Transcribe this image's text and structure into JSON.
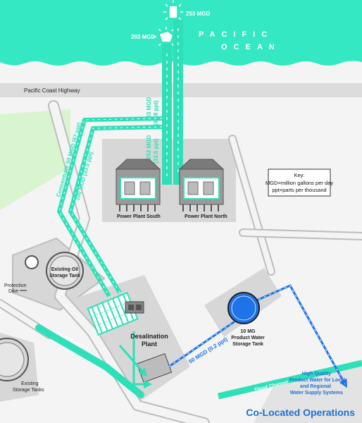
{
  "ocean": {
    "line1": "PACIFIC",
    "line2": "OCEAN"
  },
  "flows": {
    "intake_out": "253 MGD",
    "discharge_out": "203 MGD",
    "discharge_pipe_a": "203 MGD",
    "discharge_pipe_b": "(41.8 ppt)",
    "intake_pipe_a": "253 MGD",
    "intake_pipe_b": "(33.5 ppt)",
    "concentrate": "Concentrate 50 MGD (67 ppt)",
    "feed": "100 MGD (33.5 ppt)",
    "product": "50 MGD (0.2 ppt)"
  },
  "labels": {
    "highway": "Pacific Coast Highway",
    "plant_south": "Power Plant South",
    "plant_north": "Power Plant North",
    "oil_tank_1": "Existing Oil",
    "oil_tank_2": "Storage Tank",
    "dike_1": "Protection",
    "dike_2": "Dike",
    "desal_1": "Desalination",
    "desal_2": "Plant",
    "product_tank_1": "10 MG",
    "product_tank_2": "Product Water",
    "product_tank_3": "Storage Tank",
    "existing_tanks_1": "Existing",
    "existing_tanks_2": "Storage Tanks",
    "flood_channel_1": "Flood Channel",
    "flood_channel_2": "Flood Channel",
    "hq_1": "High Quality",
    "hq_2": "Product Water for Local",
    "hq_3": "and Regional",
    "hq_4": "Water Supply Systems",
    "title": "Co-Located Operations"
  },
  "key": {
    "title": "Key:",
    "line1": "MGD=million gallons per day",
    "line2": "ppt=parts per thousand"
  },
  "colors": {
    "ocean": "#33e8c2",
    "flow_green": "#2ee0b8",
    "flow_blue": "#1e73e8",
    "title_blue": "#1f6fd6",
    "lot": "#d7d7d7",
    "grass": "#d9f5cf"
  }
}
